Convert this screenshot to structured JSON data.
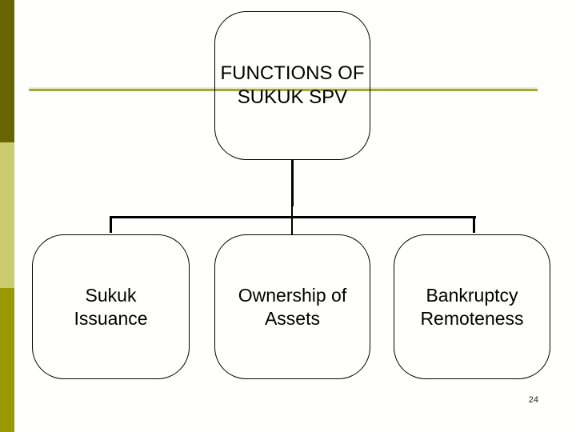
{
  "slide": {
    "page_number": "24",
    "colors": {
      "sidebar_top": "#666600",
      "sidebar_middle": "#cbcc6d",
      "sidebar_bottom": "#999900",
      "accent_line": "#a6a63e",
      "connector": "#000000",
      "box_border": "#000000",
      "text": "#000000"
    }
  },
  "diagram": {
    "type": "org-chart",
    "root": {
      "label": "FUNCTIONS OF SUKUK SPV",
      "lines": [
        "FUNCTIONS OF",
        "SUKUK SPV"
      ]
    },
    "children": [
      {
        "label": "Sukuk Issuance",
        "lines": [
          "Sukuk",
          "Issuance"
        ]
      },
      {
        "label": "Ownership of Assets",
        "lines": [
          "Ownership of",
          "Assets"
        ]
      },
      {
        "label": "Bankruptcy Remoteness",
        "lines": [
          "Bankruptcy",
          "Remoteness"
        ]
      }
    ]
  }
}
